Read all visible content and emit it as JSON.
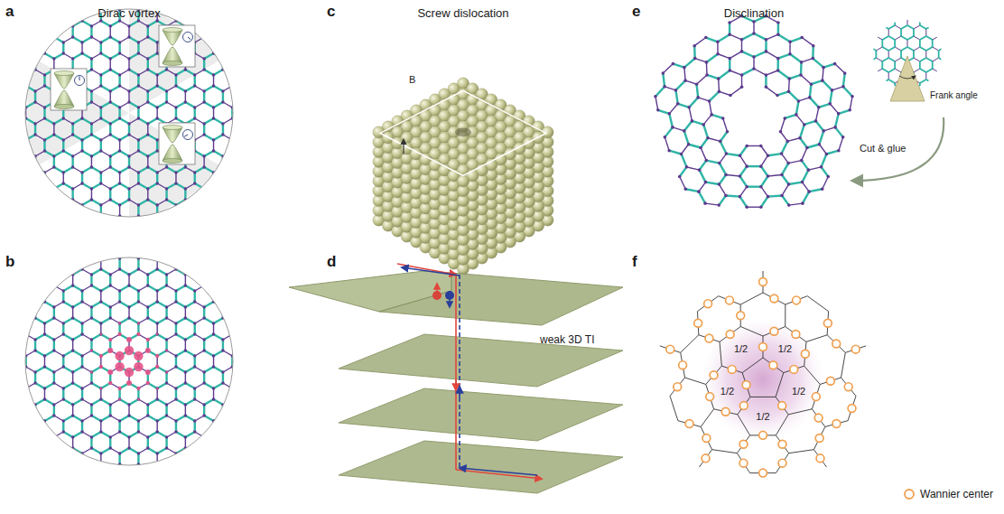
{
  "diagram": {
    "labels": [
      "a",
      "Dirac vortex",
      "b",
      "c",
      "Screw dislocation",
      "B",
      "d",
      "weak 3D TI",
      "e",
      "Disclination",
      "Frank angle",
      "Cut & glue",
      "f",
      "1/2",
      "1/2",
      "1/2",
      "1/2",
      "1/2"
    ],
    "legend": [
      {
        "text": "Wannier center"
      }
    ]
  }
}
